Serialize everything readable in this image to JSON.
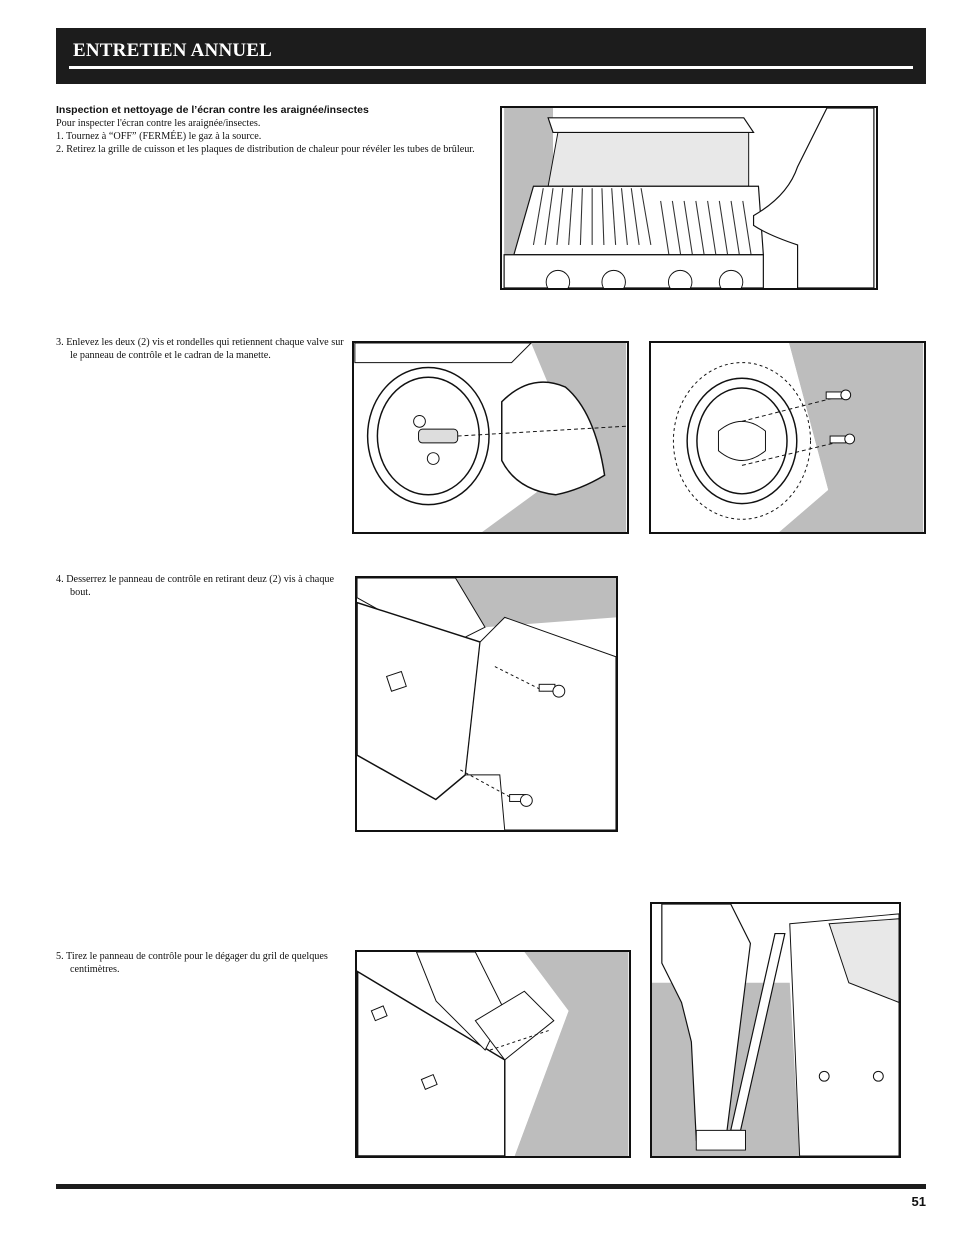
{
  "header": {
    "title": "ENTRETIEN ANNUEL"
  },
  "section": {
    "title": "Inspection et nettoyage de l’écran contre les araignée/insectes",
    "intro": "Pour inspecter l'écran contre les araignée/insectes."
  },
  "steps": [
    {
      "text": "1.  Tournez à “OFF” (FERMÉE) le gaz à la source."
    },
    {
      "text": "2.  Retirez la grille de cuisson et les plaques de distribution de chaleur pour révéler les tubes de brûleur."
    },
    {
      "text": "3.  Enlevez les deux (2) vis et rondelles qui retiennent chaque valve sur le panneau de contrôle et le cadran de la manette."
    },
    {
      "text": "4.  Desserrez le panneau de contrôle en retirant deuz (2) vis à chaque bout."
    },
    {
      "text": "5.  Tirez le panneau de contrôle pour le dégager du gril de quelques centimètres."
    }
  ],
  "figures": {
    "fig1": "grill-grate-removal",
    "fig2": "valve-knob-removal",
    "fig3": "valve-screws-removal",
    "fig4": "control-panel-screws",
    "fig5": "control-panel-pull",
    "fig6": "person-removing-panel"
  },
  "footer": {
    "page_number": "51"
  }
}
